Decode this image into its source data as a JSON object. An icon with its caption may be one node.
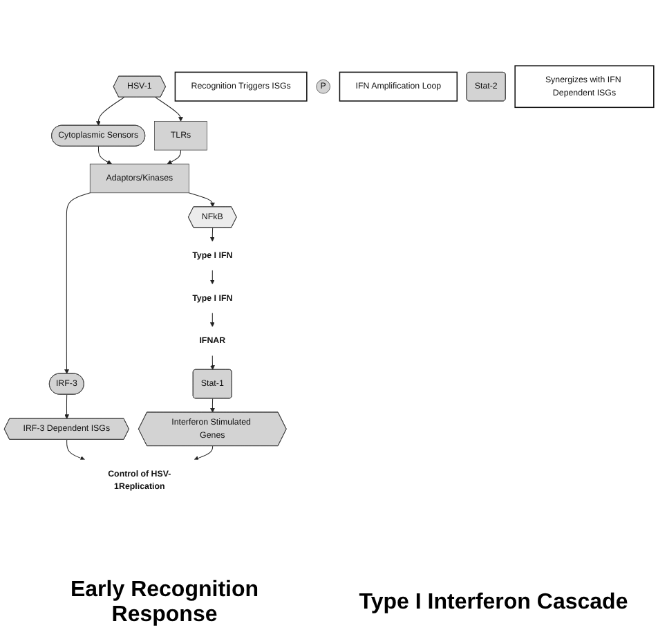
{
  "diagram": {
    "nodes": [
      {
        "text": [
          "HSV-1"
        ]
      },
      {
        "text": [
          "TLRs"
        ]
      },
      {
        "text": [
          "Cytoplasmic Sensors"
        ]
      },
      {
        "text": [
          "Recognition Triggers ISGs"
        ]
      },
      {
        "text": [
          "Adaptors/Kinases"
        ]
      },
      {
        "text": [
          "IRF-3"
        ]
      },
      {
        "text": [
          "P"
        ]
      },
      {
        "text": [
          "NFkB"
        ]
      },
      {
        "text": [
          "Type I IFN"
        ]
      },
      {
        "text": [
          "Type I IFN"
        ]
      },
      {
        "text": [
          "IFN Amplification Loop"
        ]
      },
      {
        "text": [
          "IFNAR"
        ]
      },
      {
        "text": [
          "Stat-1"
        ]
      },
      {
        "text": [
          "Stat-2"
        ]
      },
      {
        "text": [
          "Interferon Stimulated Genes"
        ]
      },
      {
        "text": [
          "Synergizes with IFN Dependent ISGs"
        ]
      },
      {
        "text": [
          "IRF-3 Dependent ISGs"
        ]
      },
      {
        "text": [
          "Control of HSV-1Replication"
        ]
      }
    ],
    "edges": [
      {
        "from": 0,
        "to": 1,
        "arrow": "to"
      },
      {
        "from": 0,
        "to": 2,
        "arrow": "to"
      },
      {
        "from": 2,
        "to": 4,
        "arrow": "to"
      },
      {
        "from": 1,
        "to": 4,
        "arrow": "to"
      },
      {
        "from": 4,
        "to": 5,
        "arrow": "to"
      },
      {
        "from": 4,
        "to": 7,
        "arrow": "to"
      },
      {
        "from": 7,
        "to": 8,
        "arrow": "to"
      },
      {
        "from": 8,
        "to": 9,
        "arrow": "to"
      },
      {
        "from": 9,
        "to": 11,
        "arrow": "to"
      },
      {
        "from": 11,
        "to": 12,
        "arrow": "to"
      },
      {
        "from": 12,
        "to": 14,
        "arrow": "to"
      },
      {
        "from": 5,
        "to": 16,
        "arrow": "to"
      },
      {
        "from": 16,
        "to": 17,
        "arrow": "to"
      },
      {
        "from": 14,
        "to": 17,
        "arrow": "to"
      }
    ],
    "labels": [
      "Early Recognition Response",
      "Type I Interferon Cascade"
    ]
  }
}
